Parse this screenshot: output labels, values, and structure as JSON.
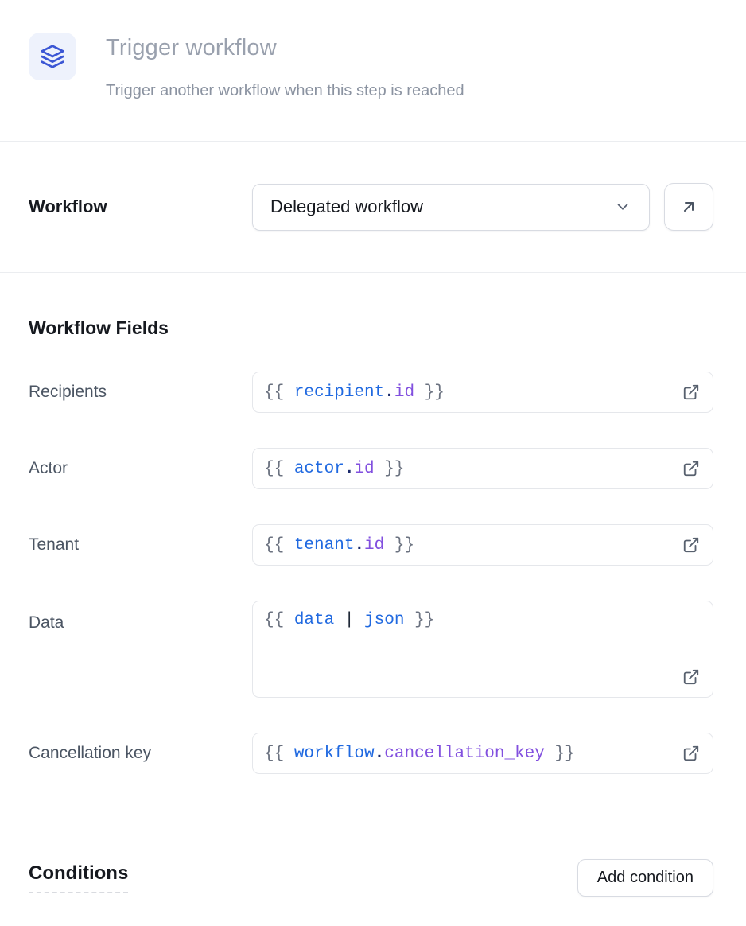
{
  "header": {
    "icon": "layers-icon",
    "title": "Trigger workflow",
    "subtitle": "Trigger another workflow when this step is reached"
  },
  "workflow_row": {
    "label": "Workflow",
    "select_value": "Delegated workflow",
    "select_icon": "chevron-down-icon",
    "open_button_icon": "arrow-up-right-icon"
  },
  "workflow_fields": {
    "heading": "Workflow Fields",
    "rows": [
      {
        "label": "Recipients",
        "multiline": false,
        "icon": "external-link-icon",
        "tokens": [
          {
            "text": "{{ ",
            "type": "brace"
          },
          {
            "text": "recipient",
            "type": "variable"
          },
          {
            "text": ".",
            "type": "dot"
          },
          {
            "text": "id",
            "type": "property"
          },
          {
            "text": " }}",
            "type": "brace"
          }
        ]
      },
      {
        "label": "Actor",
        "multiline": false,
        "icon": "external-link-icon",
        "tokens": [
          {
            "text": "{{ ",
            "type": "brace"
          },
          {
            "text": "actor",
            "type": "variable"
          },
          {
            "text": ".",
            "type": "dot"
          },
          {
            "text": "id",
            "type": "property"
          },
          {
            "text": " }}",
            "type": "brace"
          }
        ]
      },
      {
        "label": "Tenant",
        "multiline": false,
        "icon": "external-link-icon",
        "tokens": [
          {
            "text": "{{ ",
            "type": "brace"
          },
          {
            "text": "tenant",
            "type": "variable"
          },
          {
            "text": ".",
            "type": "dot"
          },
          {
            "text": "id",
            "type": "property"
          },
          {
            "text": " }}",
            "type": "brace"
          }
        ]
      },
      {
        "label": "Data",
        "multiline": true,
        "icon": "external-link-icon",
        "tokens": [
          {
            "text": "{{ ",
            "type": "brace"
          },
          {
            "text": "data",
            "type": "variable"
          },
          {
            "text": " | ",
            "type": "pipe"
          },
          {
            "text": "json",
            "type": "variable"
          },
          {
            "text": " }}",
            "type": "brace"
          }
        ]
      },
      {
        "label": "Cancellation key",
        "multiline": false,
        "icon": "external-link-icon",
        "tokens": [
          {
            "text": "{{ ",
            "type": "brace"
          },
          {
            "text": "workflow",
            "type": "variable"
          },
          {
            "text": ".",
            "type": "dot"
          },
          {
            "text": "cancellation_key",
            "type": "property"
          },
          {
            "text": " }}",
            "type": "brace"
          }
        ]
      }
    ]
  },
  "conditions": {
    "heading": "Conditions",
    "add_button_label": "Add condition"
  },
  "colors": {
    "accent_blue": "#2069e0",
    "token_purple": "#8250df",
    "token_gray": "#6b7280",
    "icon_blue": "#3b56d4",
    "icon_bg": "#eef2fc"
  }
}
